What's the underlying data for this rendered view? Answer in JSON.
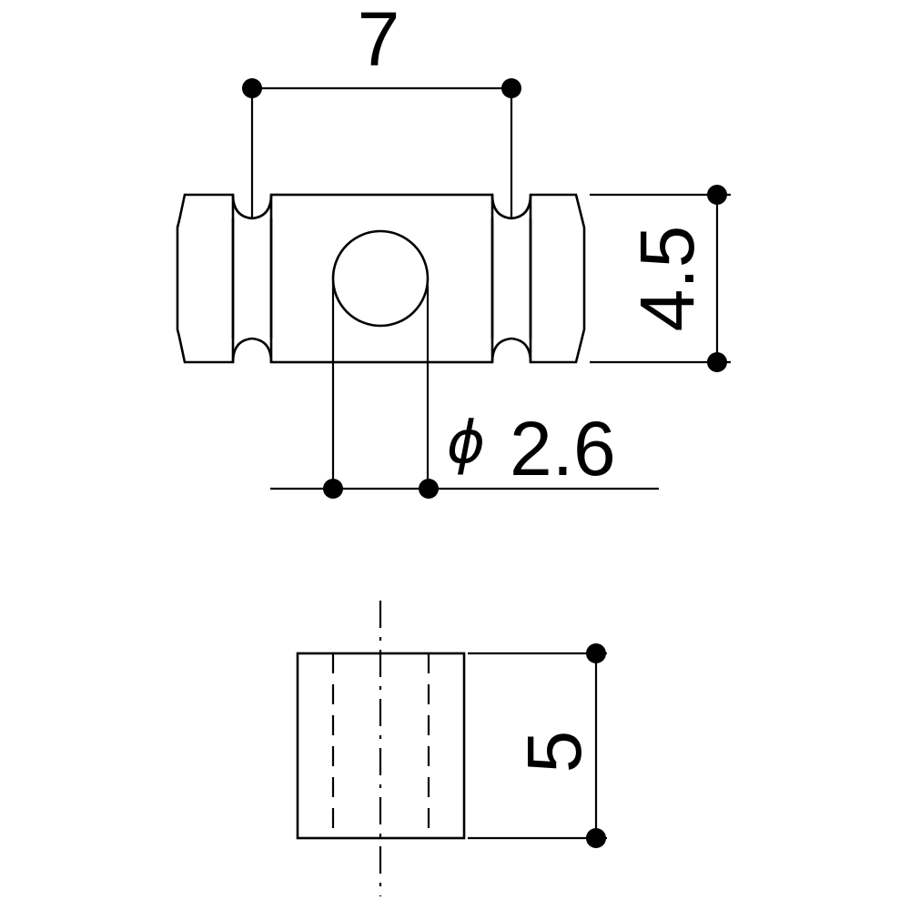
{
  "dimensions": {
    "length": "7",
    "height": "4.5",
    "hole_diameter_symbol": "ϕ",
    "hole_diameter": "2.6",
    "side_width": "5"
  }
}
